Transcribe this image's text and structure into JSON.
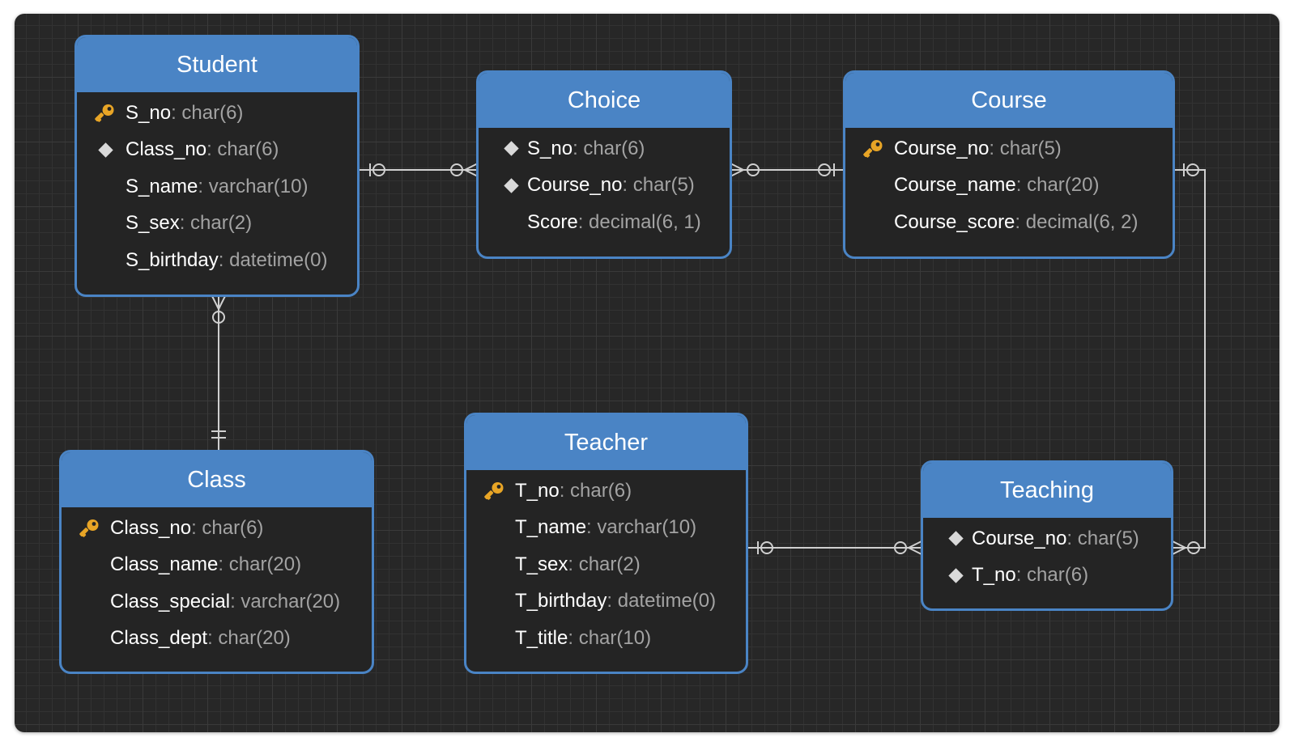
{
  "entities": {
    "student": {
      "title": "Student",
      "fields": [
        {
          "icon": "key-icon",
          "name": "S_no",
          "type": "char(6)"
        },
        {
          "icon": "foreign-key-diamond-icon",
          "name": "Class_no",
          "type": "char(6)"
        },
        {
          "icon": "",
          "name": "S_name",
          "type": "varchar(10)"
        },
        {
          "icon": "",
          "name": "S_sex",
          "type": "char(2)"
        },
        {
          "icon": "",
          "name": "S_birthday",
          "type": "datetime(0)"
        }
      ]
    },
    "choice": {
      "title": "Choice",
      "fields": [
        {
          "icon": "foreign-key-diamond-icon",
          "name": "S_no",
          "type": "char(6)"
        },
        {
          "icon": "foreign-key-diamond-icon",
          "name": "Course_no",
          "type": "char(5)"
        },
        {
          "icon": "",
          "name": "Score",
          "type": "decimal(6, 1)"
        }
      ]
    },
    "course": {
      "title": "Course",
      "fields": [
        {
          "icon": "key-icon",
          "name": "Course_no",
          "type": "char(5)"
        },
        {
          "icon": "",
          "name": "Course_name",
          "type": "char(20)"
        },
        {
          "icon": "",
          "name": "Course_score",
          "type": "decimal(6, 2)"
        }
      ]
    },
    "class": {
      "title": "Class",
      "fields": [
        {
          "icon": "key-icon",
          "name": "Class_no",
          "type": "char(6)"
        },
        {
          "icon": "",
          "name": "Class_name",
          "type": "char(20)"
        },
        {
          "icon": "",
          "name": "Class_special",
          "type": "varchar(20)"
        },
        {
          "icon": "",
          "name": "Class_dept",
          "type": "char(20)"
        }
      ]
    },
    "teacher": {
      "title": "Teacher",
      "fields": [
        {
          "icon": "key-icon",
          "name": "T_no",
          "type": "char(6)"
        },
        {
          "icon": "",
          "name": "T_name",
          "type": "varchar(10)"
        },
        {
          "icon": "",
          "name": "T_sex",
          "type": "char(2)"
        },
        {
          "icon": "",
          "name": "T_birthday",
          "type": "datetime(0)"
        },
        {
          "icon": "",
          "name": "T_title",
          "type": "char(10)"
        }
      ]
    },
    "teaching": {
      "title": "Teaching",
      "fields": [
        {
          "icon": "foreign-key-diamond-icon",
          "name": "Course_no",
          "type": "char(5)"
        },
        {
          "icon": "foreign-key-diamond-icon",
          "name": "T_no",
          "type": "char(6)"
        }
      ]
    }
  },
  "relationships": [
    {
      "from": "Student",
      "from_end": "zero-or-one",
      "to": "Choice",
      "to_end": "zero-or-many"
    },
    {
      "from": "Choice",
      "from_end": "zero-or-many",
      "to": "Course",
      "to_end": "zero-or-one"
    },
    {
      "from": "Course",
      "from_end": "zero-or-one",
      "to": "Teaching",
      "to_end": "zero-or-many"
    },
    {
      "from": "Teacher",
      "from_end": "zero-or-one",
      "to": "Teaching",
      "to_end": "zero-or-many"
    },
    {
      "from": "Class",
      "from_end": "exactly-one",
      "to": "Student",
      "to_end": "zero-or-many"
    }
  ],
  "colors": {
    "canvas": "#272727",
    "header": "#4a84c5",
    "entity_body": "#242424",
    "field_name": "#ffffff",
    "field_type": "#a3a3a3",
    "key": "#e8a526",
    "line": "#d0d0d0"
  }
}
